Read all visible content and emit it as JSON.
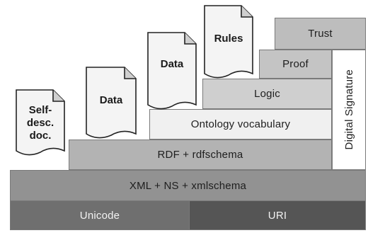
{
  "layers": {
    "unicode": "Unicode",
    "uri": "URI",
    "xml": "XML + NS + xmlschema",
    "rdf": "RDF + rdfschema",
    "ontology": "Ontology vocabulary",
    "logic": "Logic",
    "proof": "Proof",
    "trust": "Trust",
    "signature": "Digital Signature"
  },
  "documents": {
    "selfdesc": [
      "Self-",
      "desc.",
      "doc."
    ],
    "data1": "Data",
    "data2": "Data",
    "rules": "Rules"
  },
  "colors": {
    "unicode": "#6f6f6f",
    "uri": "#555555",
    "xml": "#929292",
    "rdf": "#b3b3b3",
    "ontology": "#f0f0f0",
    "logic": "#cfcfcf",
    "proof": "#c4c4c4",
    "trust": "#bdbdbd",
    "signature": "#ffffff",
    "document": "#f4f4f4"
  }
}
